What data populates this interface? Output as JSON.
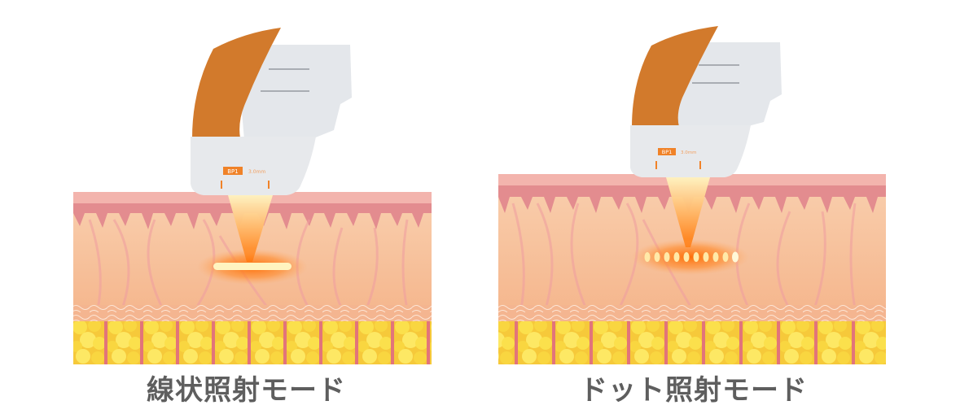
{
  "figure": {
    "panels": [
      {
        "id": "linear",
        "caption": "線状照射モード",
        "mode": "linear",
        "handpiece_label": "BP1",
        "handpiece_depth": "3.0mm",
        "beam_shape": "line"
      },
      {
        "id": "dot",
        "caption": "ドット照射モード",
        "mode": "dot",
        "handpiece_label": "BP1",
        "handpiece_depth": "3.0mm",
        "beam_shape": "dots",
        "dot_count": 10
      }
    ],
    "layers": [
      "epidermis",
      "dermis",
      "fascia",
      "fat"
    ],
    "colors": {
      "background": "#ffffff",
      "handpiece_body": "#e3e6ea",
      "handpiece_accent": "#d27a2c",
      "epidermis": "#e59a9a",
      "dermis": "#f7c49c",
      "fat": "#f8d94a",
      "fat_separator": "#e2747a",
      "beam_core": "#fff6c8",
      "beam_glow": "#ff7a18",
      "caption_text": "#5e5e5e"
    }
  }
}
